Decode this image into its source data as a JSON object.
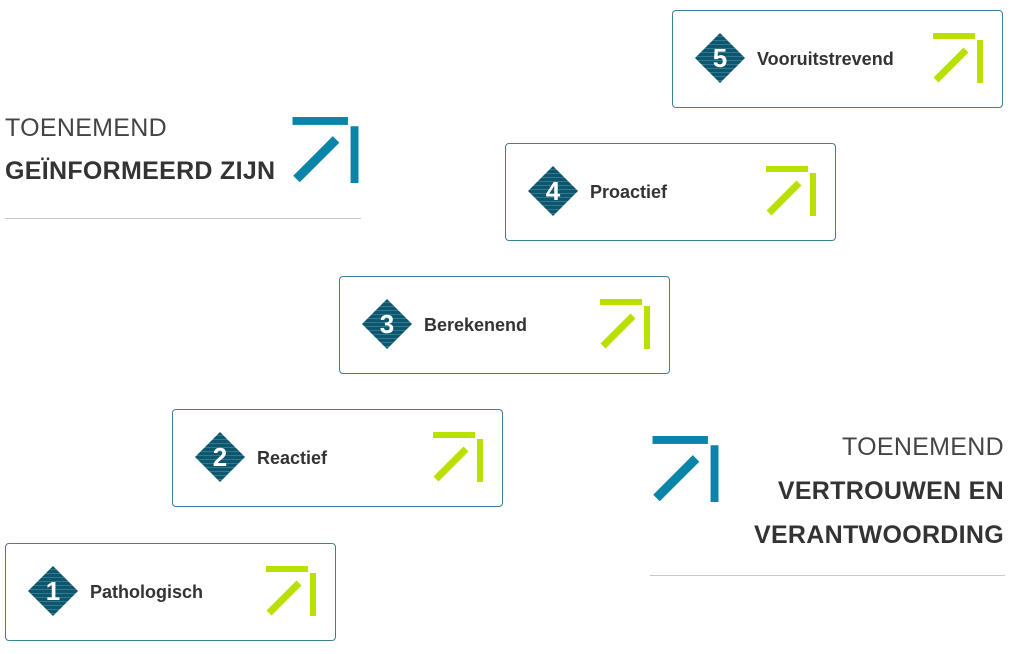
{
  "colors": {
    "accent_blue": "#0a84a8",
    "accent_green": "#b8e000",
    "diamond": "#0e566c",
    "border": "#3f7f96"
  },
  "top_left": {
    "line1": "TOENEMEND",
    "line2": "GEÏNFORMEERD ZIJN",
    "icon": "arrow-up-right-icon"
  },
  "bottom_right": {
    "line1": "TOENEMEND",
    "line2": "VERTROUWEN EN",
    "line3": "VERANTWOORDING",
    "icon": "arrow-up-right-icon"
  },
  "steps": [
    {
      "number": "1",
      "label": "Pathologisch"
    },
    {
      "number": "2",
      "label": "Reactief"
    },
    {
      "number": "3",
      "label": "Berekenend"
    },
    {
      "number": "4",
      "label": "Proactief"
    },
    {
      "number": "5",
      "label": "Vooruitstrevend"
    }
  ]
}
